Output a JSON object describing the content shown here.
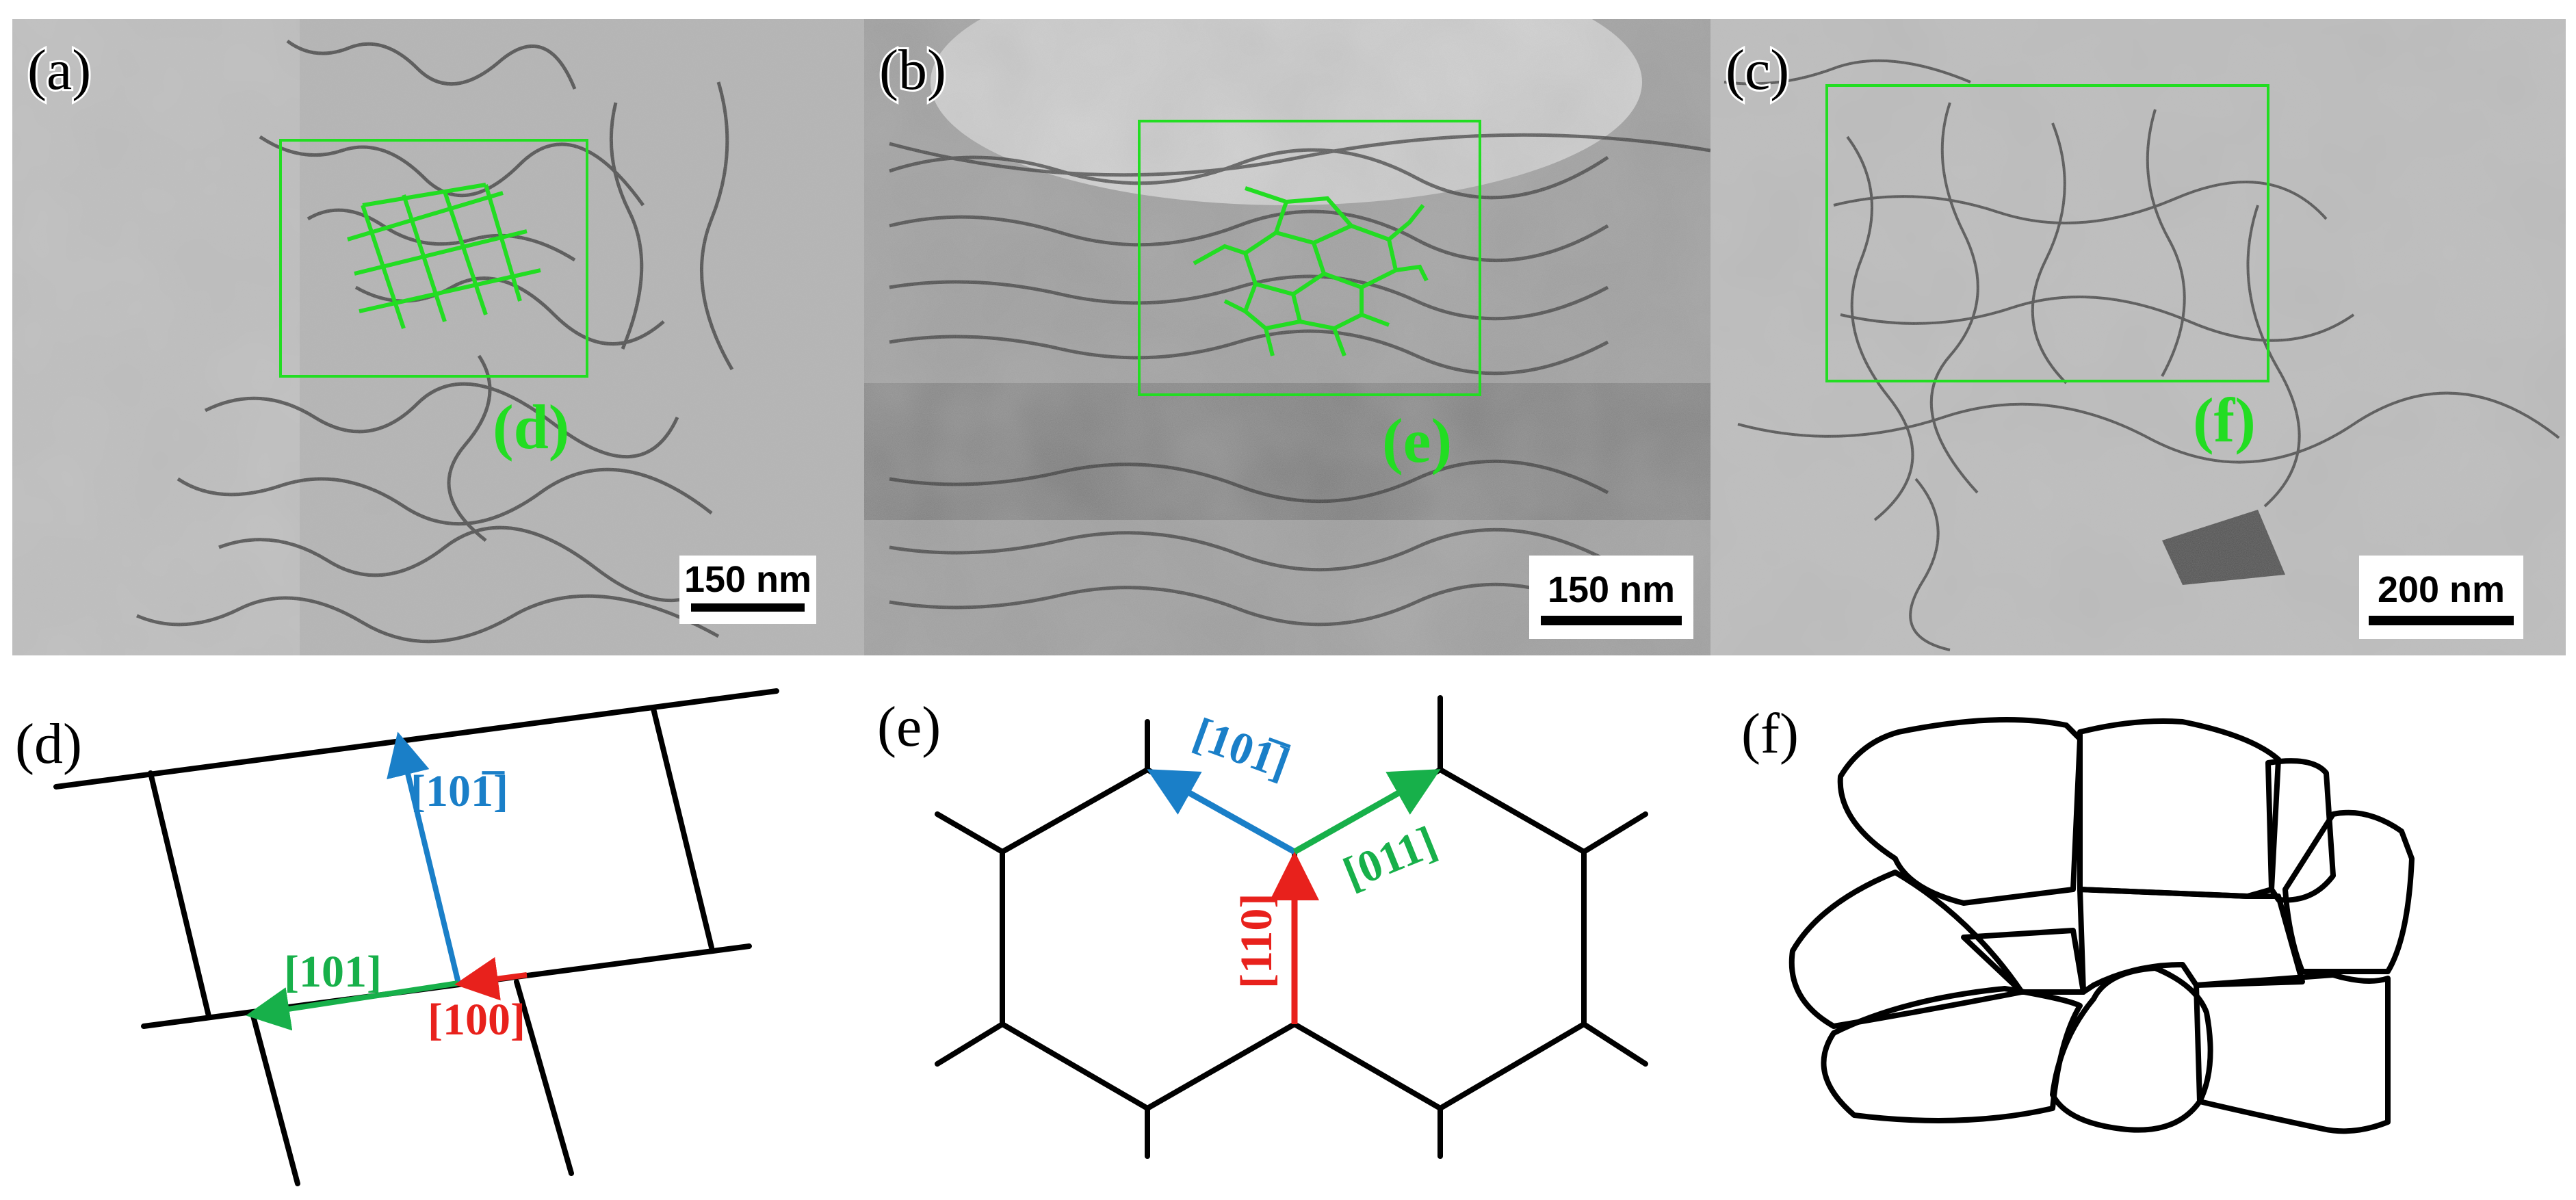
{
  "panels": {
    "a": {
      "label": "(a)",
      "scale_bar": "150 nm",
      "box_label": "(d)"
    },
    "b": {
      "label": "(b)",
      "scale_bar": "150 nm",
      "box_label": "(e)"
    },
    "c": {
      "label": "(c)",
      "scale_bar": "200 nm",
      "box_label": "(f)"
    },
    "d": {
      "label": "(d)",
      "vectors": {
        "blue": "[101̅]",
        "green": "[101]",
        "red": "[100]"
      }
    },
    "e": {
      "label": "(e)",
      "vectors": {
        "blue": "[101̅]",
        "green": "[011]",
        "red": "[110]"
      }
    },
    "f": {
      "label": "(f)"
    }
  },
  "colors": {
    "blue": "#1a7fc8",
    "green": "#17b04a",
    "red": "#e8211c",
    "overlay_green": "#22dd22",
    "line": "#000000"
  }
}
